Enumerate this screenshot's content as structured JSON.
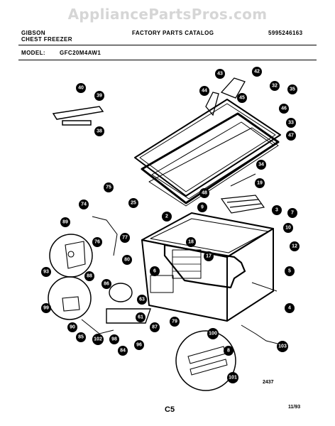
{
  "watermark": "AppliancePartsPros.com",
  "header": {
    "brand_line1": "GIBSON",
    "brand_line2": "CHEST FREEZER",
    "catalog_title": "FACTORY PARTS CATALOG",
    "catalog_number": "5995246163",
    "model_label": "MODEL:",
    "model_value": "GFC20M4AW1"
  },
  "footer": {
    "drawing_number": "2437",
    "page_code": "C5",
    "date": "11/93"
  },
  "callouts": [
    {
      "n": "40"
    },
    {
      "n": "39"
    },
    {
      "n": "38"
    },
    {
      "n": "43"
    },
    {
      "n": "42"
    },
    {
      "n": "44"
    },
    {
      "n": "45"
    },
    {
      "n": "32"
    },
    {
      "n": "35"
    },
    {
      "n": "46"
    },
    {
      "n": "33"
    },
    {
      "n": "47"
    },
    {
      "n": "34"
    },
    {
      "n": "19"
    },
    {
      "n": "75"
    },
    {
      "n": "25"
    },
    {
      "n": "48"
    },
    {
      "n": "74"
    },
    {
      "n": "2"
    },
    {
      "n": "9"
    },
    {
      "n": "3"
    },
    {
      "n": "7"
    },
    {
      "n": "10"
    },
    {
      "n": "89"
    },
    {
      "n": "76"
    },
    {
      "n": "77"
    },
    {
      "n": "18"
    },
    {
      "n": "17"
    },
    {
      "n": "12"
    },
    {
      "n": "93"
    },
    {
      "n": "88"
    },
    {
      "n": "80"
    },
    {
      "n": "86"
    },
    {
      "n": "6"
    },
    {
      "n": "5"
    },
    {
      "n": "63"
    },
    {
      "n": "61"
    },
    {
      "n": "4"
    },
    {
      "n": "99"
    },
    {
      "n": "90"
    },
    {
      "n": "85"
    },
    {
      "n": "102"
    },
    {
      "n": "98"
    },
    {
      "n": "84"
    },
    {
      "n": "96"
    },
    {
      "n": "87"
    },
    {
      "n": "79"
    },
    {
      "n": "100"
    },
    {
      "n": "8"
    },
    {
      "n": "103"
    },
    {
      "n": "101"
    }
  ]
}
